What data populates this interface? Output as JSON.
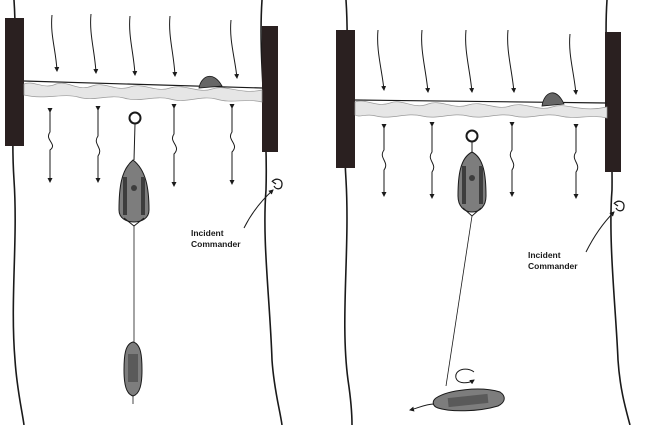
{
  "panels": [
    {
      "id": "left",
      "label_line1": "Incident",
      "label_line2": "Commander"
    },
    {
      "id": "right",
      "label_line1": "Incident",
      "label_line2": "Commander"
    }
  ],
  "colors": {
    "ink": "#1a1a1a",
    "pier": "#2a2020",
    "boat_fill": "#7d7d7d",
    "boat_dark": "#3d3d3d",
    "debris": "#e6e6e6",
    "background": "#ffffff"
  },
  "icons": [
    "flow-arrow-icon",
    "eddy-arrow-icon",
    "ring-buoy-icon",
    "rock-icon",
    "person-icon",
    "boat-icon"
  ]
}
